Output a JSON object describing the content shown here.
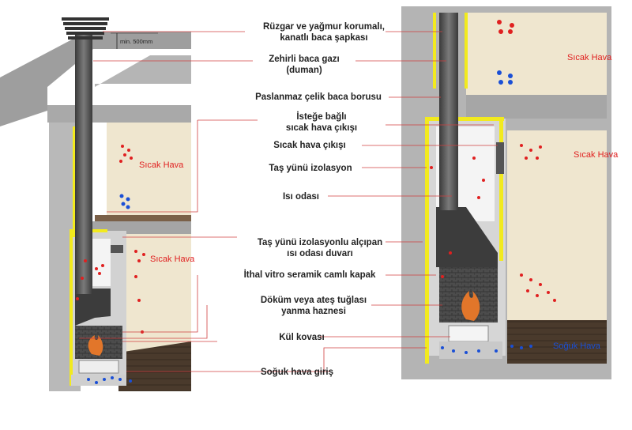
{
  "labels": {
    "l1a": "Rüzgar ve yağmur korumalı,",
    "l1b": "kanatlı baca şapkası",
    "l2a": "Zehirli baca gazı",
    "l2b": "(duman)",
    "l3": "Paslanmaz çelik baca borusu",
    "l4a": "İsteğe bağlı",
    "l4b": "sıcak hava çıkışı",
    "l5": "Sıcak hava çıkışı",
    "l6": "Taş yünü izolasyon",
    "l7": "Isı odası",
    "l8a": "Taş yünü izolasyonlu alçıpan",
    "l8b": "ısı odası duvarı",
    "l9": "İthal vitro seramik camlı kapak",
    "l10a": "Döküm veya ateş tuğlası",
    "l10b": "yanma haznesi",
    "l11": "Kül kovası",
    "l12": "Soğuk hava giriş"
  },
  "dimension": "min. 500mm",
  "air": {
    "hot": "Sıcak Hava",
    "cold": "Soğuk Hava"
  },
  "colors": {
    "hot_air": "#e02020",
    "cold_air": "#1a4fd6",
    "insulation": "#f2ea1e",
    "wall": "#bdbdbd",
    "room": "#efe6cf",
    "floor": "#4a3a2c",
    "pipe": "#555555"
  }
}
